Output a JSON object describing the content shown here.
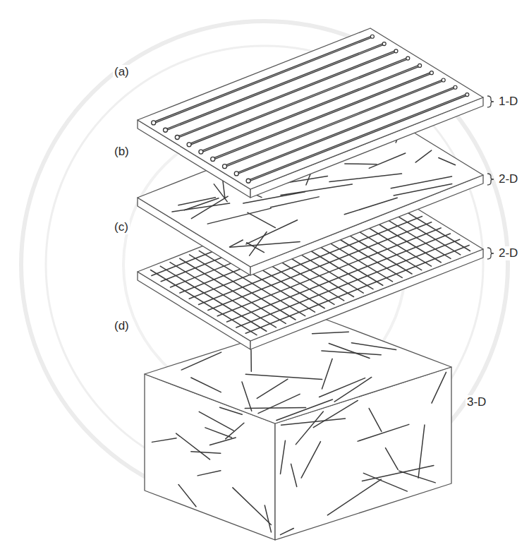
{
  "diagram": {
    "labels": [
      "(a)",
      "1-D",
      "(b)",
      "2-D",
      "(c)",
      "2-D",
      "(d)",
      "3-D"
    ]
  }
}
